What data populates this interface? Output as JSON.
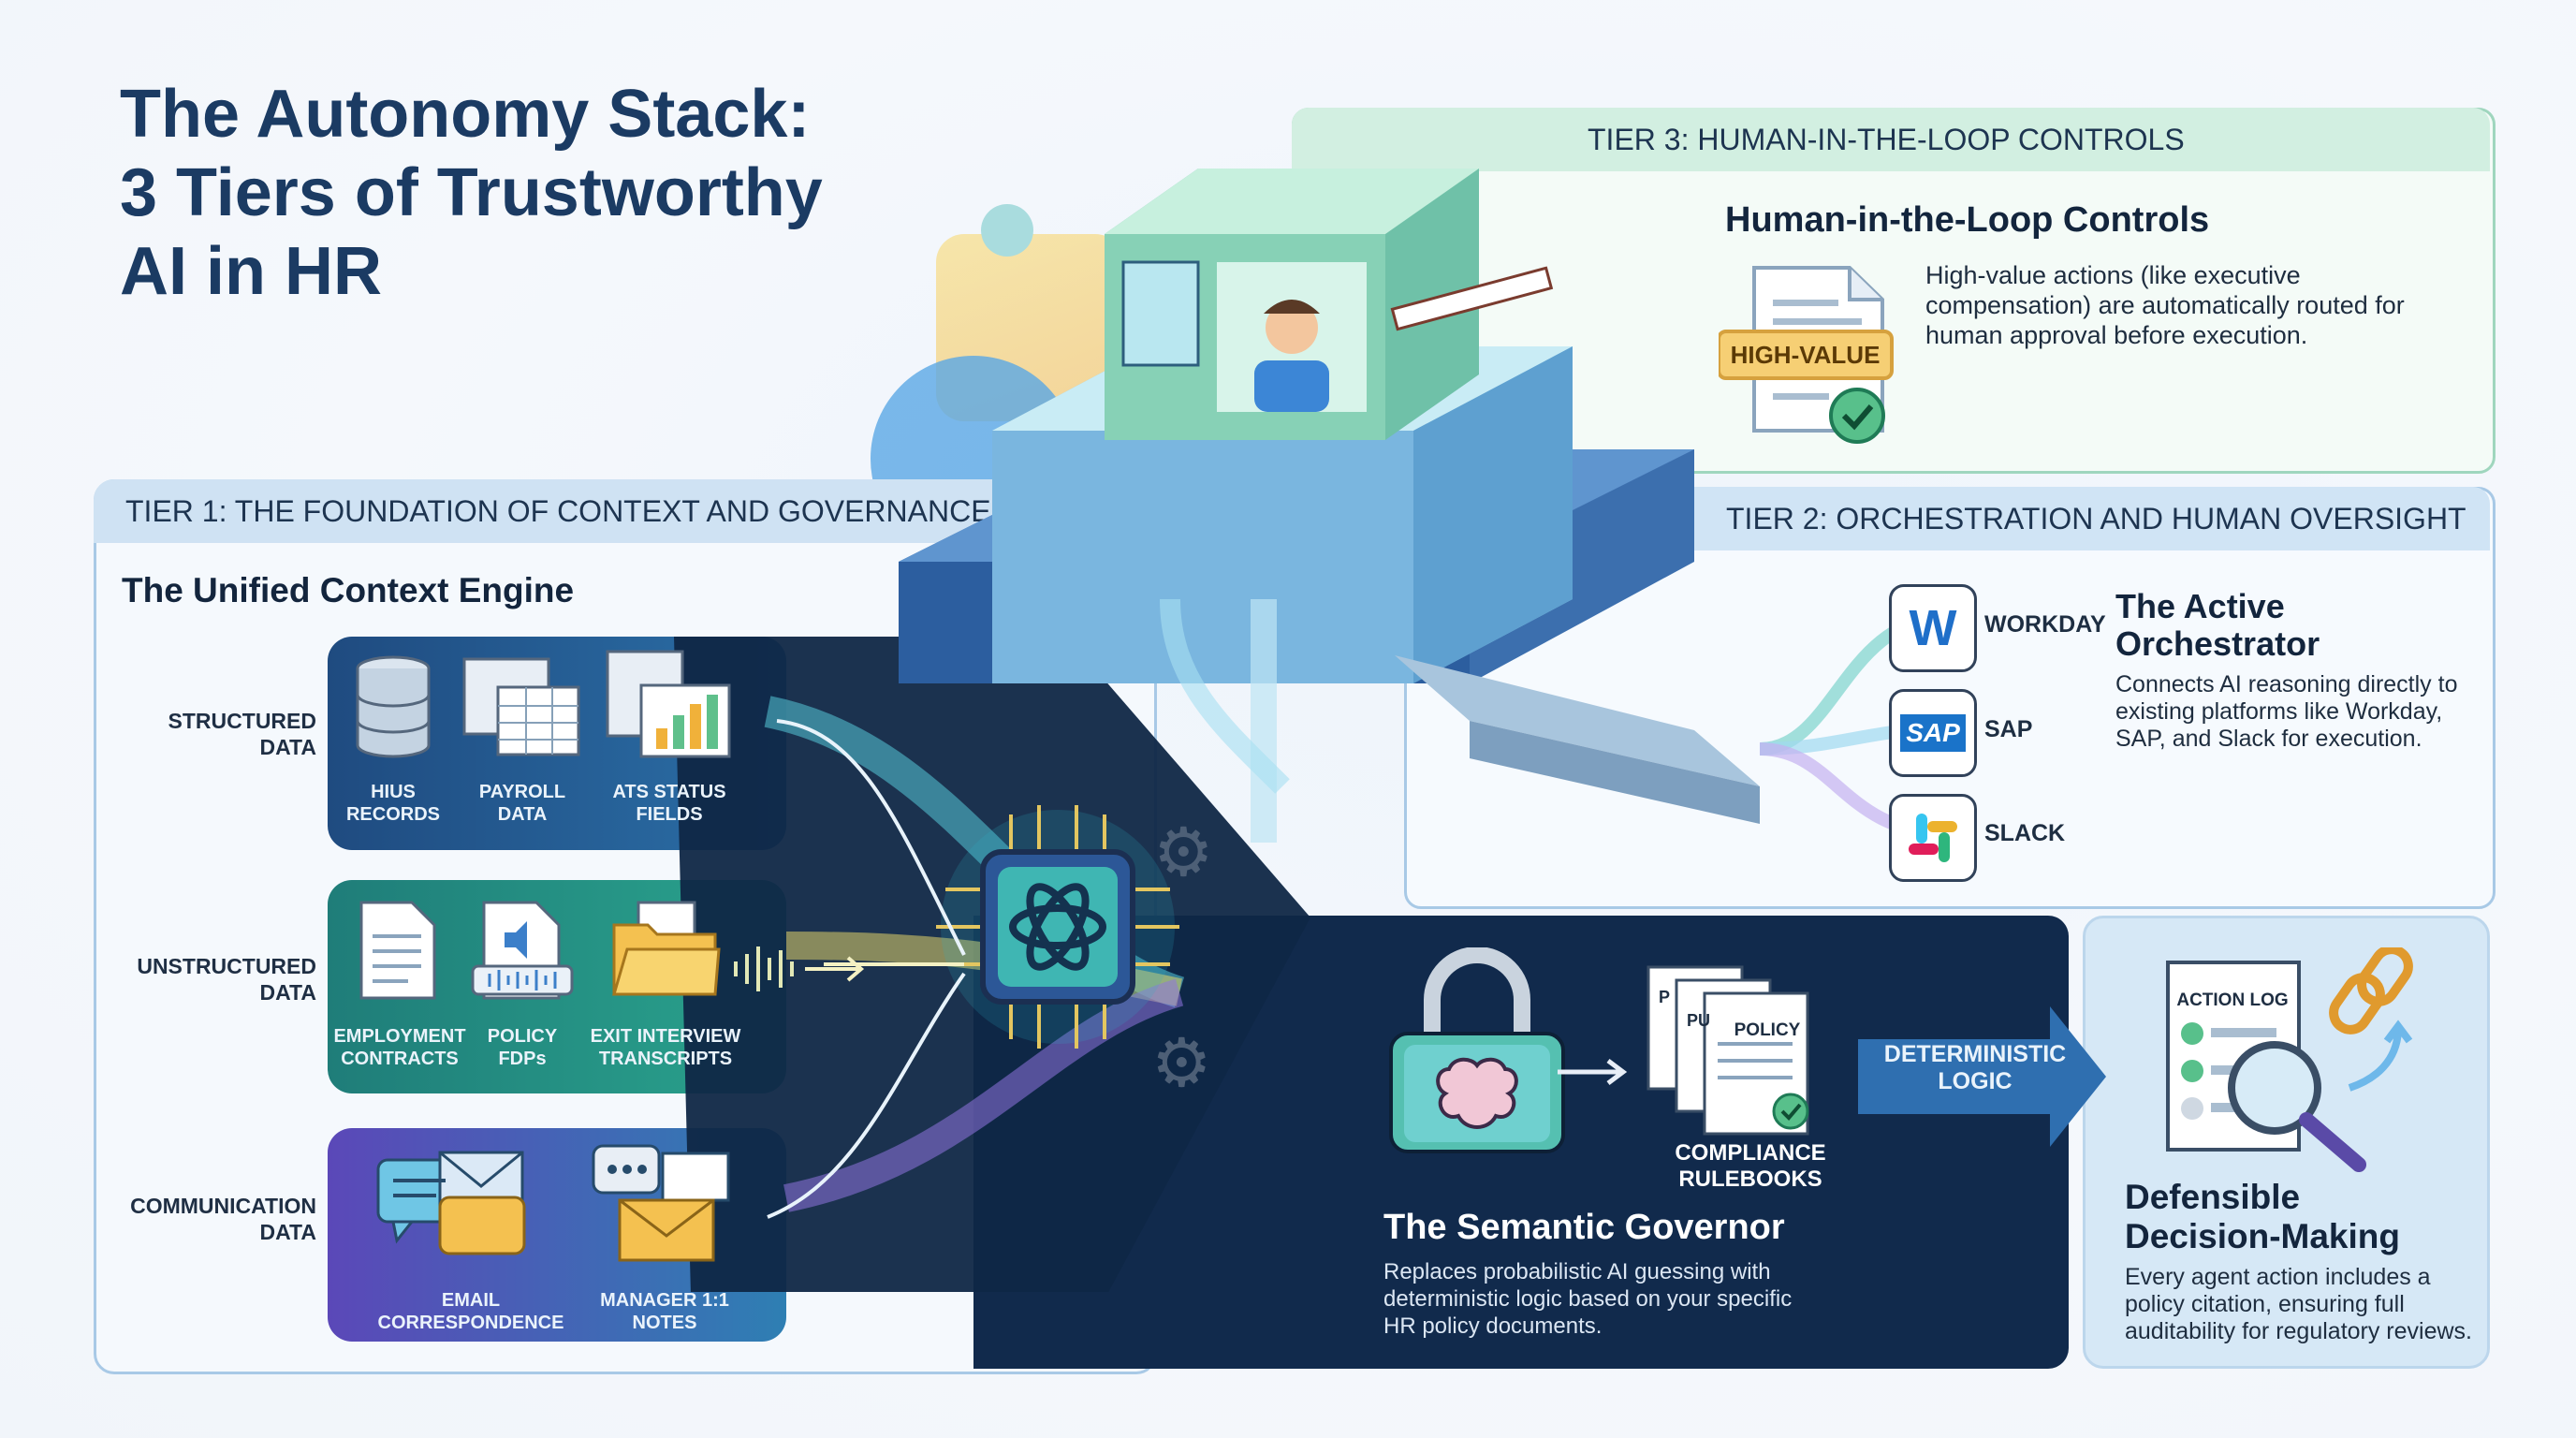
{
  "title": {
    "line1": "The Autonomy Stack:",
    "line2": "3 Tiers of Trustworthy",
    "line3": "AI in HR"
  },
  "tier3": {
    "header": "TIER 3: HUMAN-IN-THE-LOOP CONTROLS",
    "heading": "Human-in-the-Loop Controls",
    "badge": "HIGH-VALUE",
    "body": "High-value actions (like executive compensation) are automatically routed for human approval before execution."
  },
  "tier1": {
    "header": "TIER 1: THE FOUNDATION OF CONTEXT AND GOVERNANCE",
    "heading": "The Unified Context Engine",
    "rows": [
      {
        "label": "STRUCTURED DATA",
        "items": [
          "HIUS RECORDS",
          "PAYROLL DATA",
          "ATS STATUS FIELDS"
        ]
      },
      {
        "label": "UNSTRUCTURED DATA",
        "items": [
          "EMPLOYMENT CONTRACTS",
          "POLICY FDPs",
          "EXIT INTERVIEW TRANSCRIPTS"
        ]
      },
      {
        "label": "COMMUNICATION DATA",
        "items": [
          "EMAIL CORRESPONDENCE",
          "MANAGER 1:1 NOTES"
        ]
      }
    ]
  },
  "tier2": {
    "header": "TIER 2: ORCHESTRATION AND HUMAN OVERSIGHT",
    "heading": "The Active Orchestrator",
    "body": "Connects AI reasoning directly to existing platforms like Workday, SAP, and Slack for execution.",
    "platforms": [
      "WORKDAY",
      "SAP",
      "SLACK"
    ],
    "sap_logo": "SAP"
  },
  "governor": {
    "heading": "The Semantic Governor",
    "body": "Replaces probabilistic AI guessing with deterministic logic based on your specific HR policy documents.",
    "doc_label": "POLICY",
    "doc_p": "P",
    "doc_pu": "PU",
    "rulebooks": "COMPLIANCE RULEBOOKS",
    "arrow_label": "DETERMINISTIC LOGIC"
  },
  "defensible": {
    "heading": "Defensible Decision-Making",
    "body": "Every agent action includes a policy citation, ensuring full auditability for regulatory reviews.",
    "doc_label": "ACTION LOG"
  },
  "colors": {
    "navy": "#0f2746",
    "teal": "#2aa58f",
    "purple": "#6b4fc4",
    "tier3_bg": "#d7efe4",
    "tier_header": "#cfe3f2"
  }
}
